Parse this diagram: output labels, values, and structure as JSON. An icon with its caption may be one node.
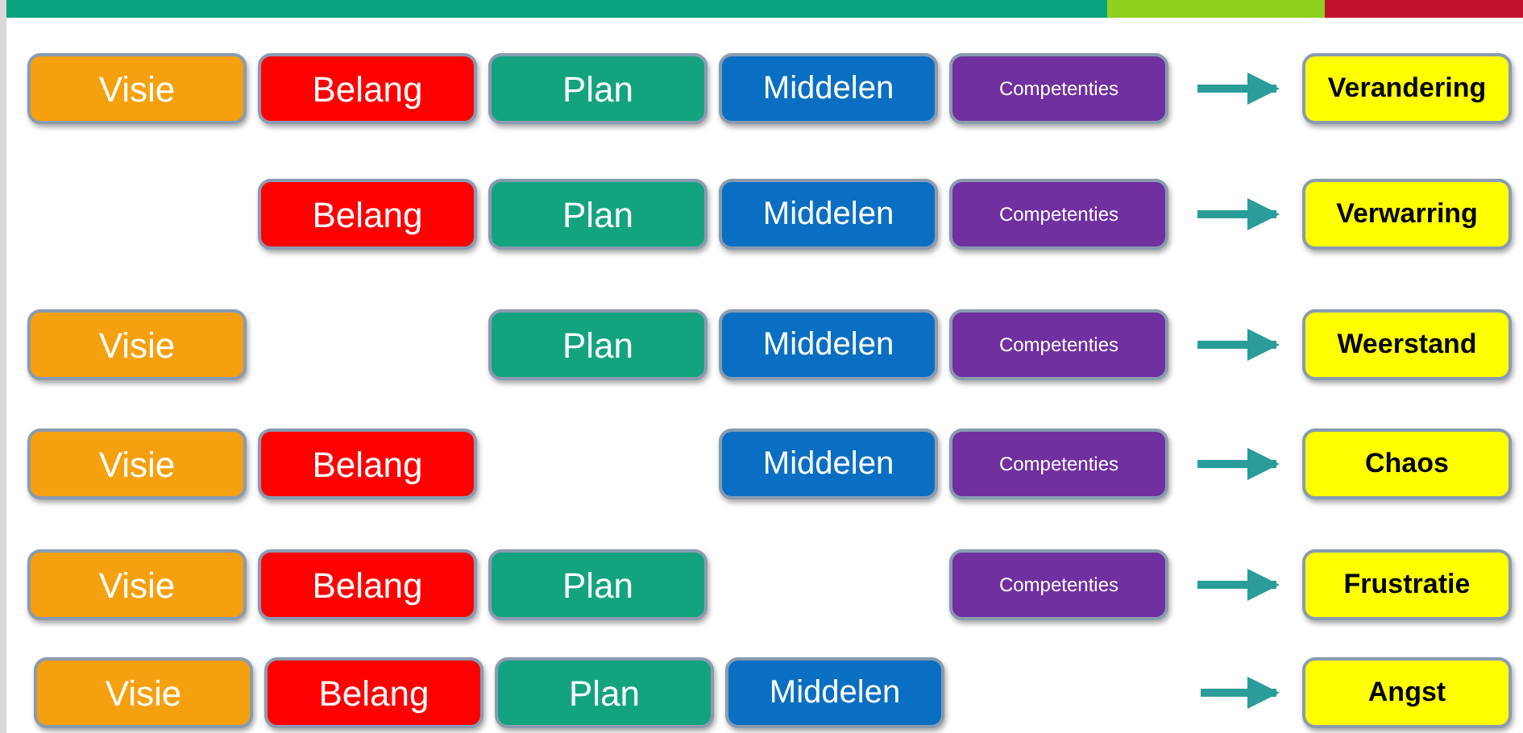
{
  "diagram": {
    "nodes": [
      {
        "text": [
          "Visie"
        ]
      },
      {
        "text": [
          "Belang"
        ]
      },
      {
        "text": [
          "Plan"
        ]
      },
      {
        "text": [
          "Middelen"
        ]
      },
      {
        "text": [
          "Competenties"
        ]
      },
      {
        "text": [
          "Verandering"
        ]
      },
      {
        "text": [
          "Belang"
        ]
      },
      {
        "text": [
          "Plan"
        ]
      },
      {
        "text": [
          "Middelen"
        ]
      },
      {
        "text": [
          "Competenties"
        ]
      },
      {
        "text": [
          "Verwarring"
        ]
      },
      {
        "text": [
          "Visie"
        ]
      },
      {
        "text": [
          "Plan"
        ]
      },
      {
        "text": [
          "Middelen"
        ]
      },
      {
        "text": [
          "Competenties"
        ]
      },
      {
        "text": [
          "Weerstand"
        ]
      },
      {
        "text": [
          "Visie"
        ]
      },
      {
        "text": [
          "Belang"
        ]
      },
      {
        "text": [
          "Middelen"
        ]
      },
      {
        "text": [
          "Competenties"
        ]
      },
      {
        "text": [
          "Chaos"
        ]
      },
      {
        "text": [
          "Visie"
        ]
      },
      {
        "text": [
          "Belang"
        ]
      },
      {
        "text": [
          "Plan"
        ]
      },
      {
        "text": [
          "Competenties"
        ]
      },
      {
        "text": [
          "Frustratie"
        ]
      },
      {
        "text": [
          "Visie"
        ]
      },
      {
        "text": [
          "Belang"
        ]
      },
      {
        "text": [
          "Plan"
        ]
      },
      {
        "text": [
          "Middelen"
        ]
      },
      {
        "text": [
          "Angst"
        ]
      }
    ],
    "edges": [
      {
        "from": 4,
        "to": 5,
        "arrow": "to"
      },
      {
        "from": 9,
        "to": 10,
        "arrow": "to"
      },
      {
        "from": 14,
        "to": 15,
        "arrow": "to"
      },
      {
        "from": 19,
        "to": 20,
        "arrow": "to"
      },
      {
        "from": 24,
        "to": 25,
        "arrow": "to"
      },
      {
        "from": null,
        "to": 30,
        "arrow": "to"
      }
    ]
  }
}
